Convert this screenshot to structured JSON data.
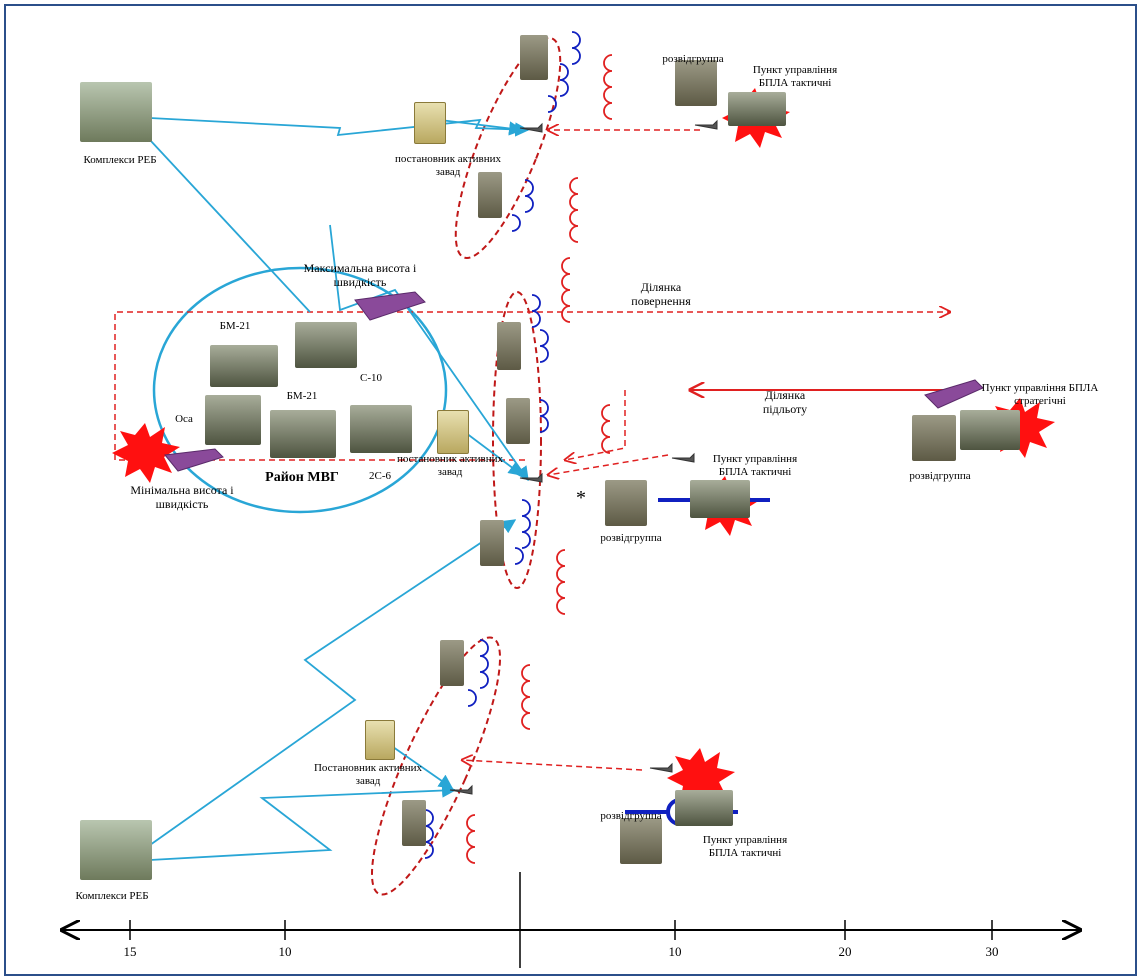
{
  "labels": {
    "reb_top": "Комплекси РЕБ",
    "reb_bottom": "Комплекси РЕБ",
    "jammer_top": "постановник активних завад",
    "jammer_mid": "постановник активних завад",
    "jammer_bottom": "Постановник активних завад",
    "recon_top": "розвідгруппа",
    "recon_mid": "розвідгруппа",
    "recon_right": "розвідгруппа",
    "recon_bottom": "розвідгруппа",
    "uav_cp_top": "Пункт управління БПЛА тактичні",
    "uav_cp_mid": "Пункт управління БПЛА тактичні",
    "uav_cp_bottom": "Пункт управління БПЛА тактичні",
    "uav_cp_strategic": "Пункт управління БПЛА стратегічні",
    "max_alt": "Максимальна висота і швидкість",
    "min_alt": "Мінімальна висота і швидкість",
    "return_section": "Ділянка повернення",
    "approach_section": "Ділянка підльоту",
    "area": "Район МВГ",
    "bm21_a": "БМ-21",
    "bm21_b": "БМ-21",
    "s10": "С-10",
    "osa": "Оса",
    "s2s6": "2С-6",
    "star": "*"
  },
  "axis": {
    "ticks": [
      "15",
      "10",
      "10",
      "20",
      "30"
    ]
  },
  "colors": {
    "link": "#29a6d6",
    "danger": "#e02020",
    "jam_wave": "#1020c0",
    "route": "#e02020",
    "frame": "#2b4f8a"
  },
  "icons": [
    "reb-truck-icon",
    "soldier-icon",
    "uav-icon",
    "explosion-icon",
    "jammer-icon",
    "target-icon",
    "vehicle-icon"
  ]
}
